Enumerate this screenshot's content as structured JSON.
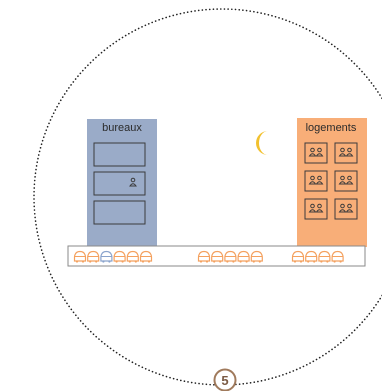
{
  "diagram": {
    "step_number": "5",
    "buildings": {
      "office": {
        "label": "bureaux",
        "fill": "#9aabc8",
        "rooms": [
          {
            "occupied": false
          },
          {
            "occupied": true
          },
          {
            "occupied": false
          }
        ]
      },
      "housing": {
        "label": "logements",
        "fill": "#f8ae78",
        "units_rows": 3,
        "units_cols": 2
      }
    },
    "moon": {
      "icon": "crescent-moon-icon",
      "color": "#f2c12e"
    },
    "parking": {
      "car_color": "#f4a15f",
      "highlight_car_color": "#8aa3cc",
      "groups": [
        {
          "count": 6,
          "highlight_index": 2
        },
        {
          "count": 5,
          "highlight_index": -1
        },
        {
          "count": 4,
          "highlight_index": -1
        }
      ]
    },
    "colors": {
      "circle_stroke": "#222222",
      "badge_stroke": "#a07a5c",
      "badge_text": "#7a5a44",
      "outline": "#3b3b3b"
    }
  }
}
